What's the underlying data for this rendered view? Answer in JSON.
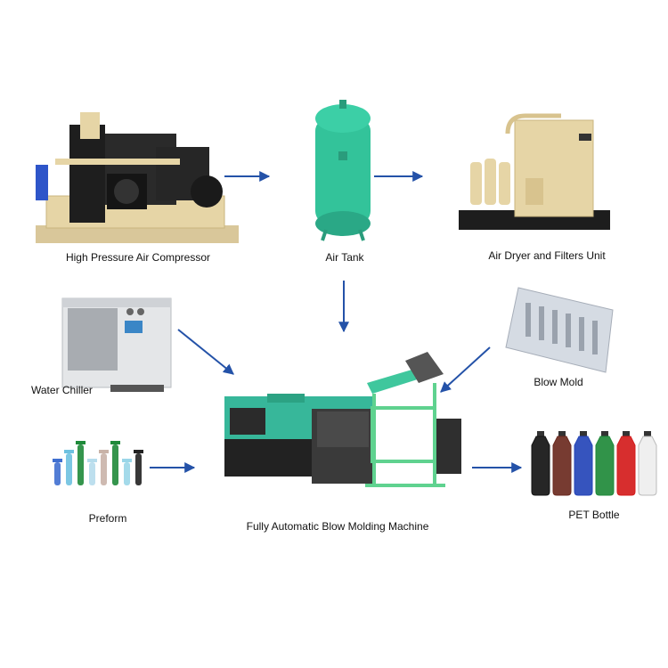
{
  "labels": {
    "compressor": "High Pressure Air Compressor",
    "air_tank": "Air Tank",
    "dryer": "Air Dryer and Filters Unit",
    "chiller": "Water Chiller",
    "blow_mold": "Blow Mold",
    "preform": "Preform",
    "machine": "Fully Automatic Blow Molding Machine",
    "bottle": "PET Bottle"
  },
  "colors": {
    "arrow": "#2452a8",
    "machine_green": "#37b79a",
    "tank_green": "#33c39a",
    "cream": "#e6d5a6",
    "frame_green": "#5fd28f"
  },
  "bottle_colors": [
    "#141414",
    "#6b2a1f",
    "#2545b8",
    "#1f8a3a",
    "#d41c1c",
    "#eeeeee"
  ],
  "preform_colors": [
    "#3f6fd0",
    "#6ec1e0",
    "#1f8a3a",
    "#b6dcec",
    "#c9b3a8",
    "#1f8a3a",
    "#9ad6e8",
    "#222222"
  ]
}
